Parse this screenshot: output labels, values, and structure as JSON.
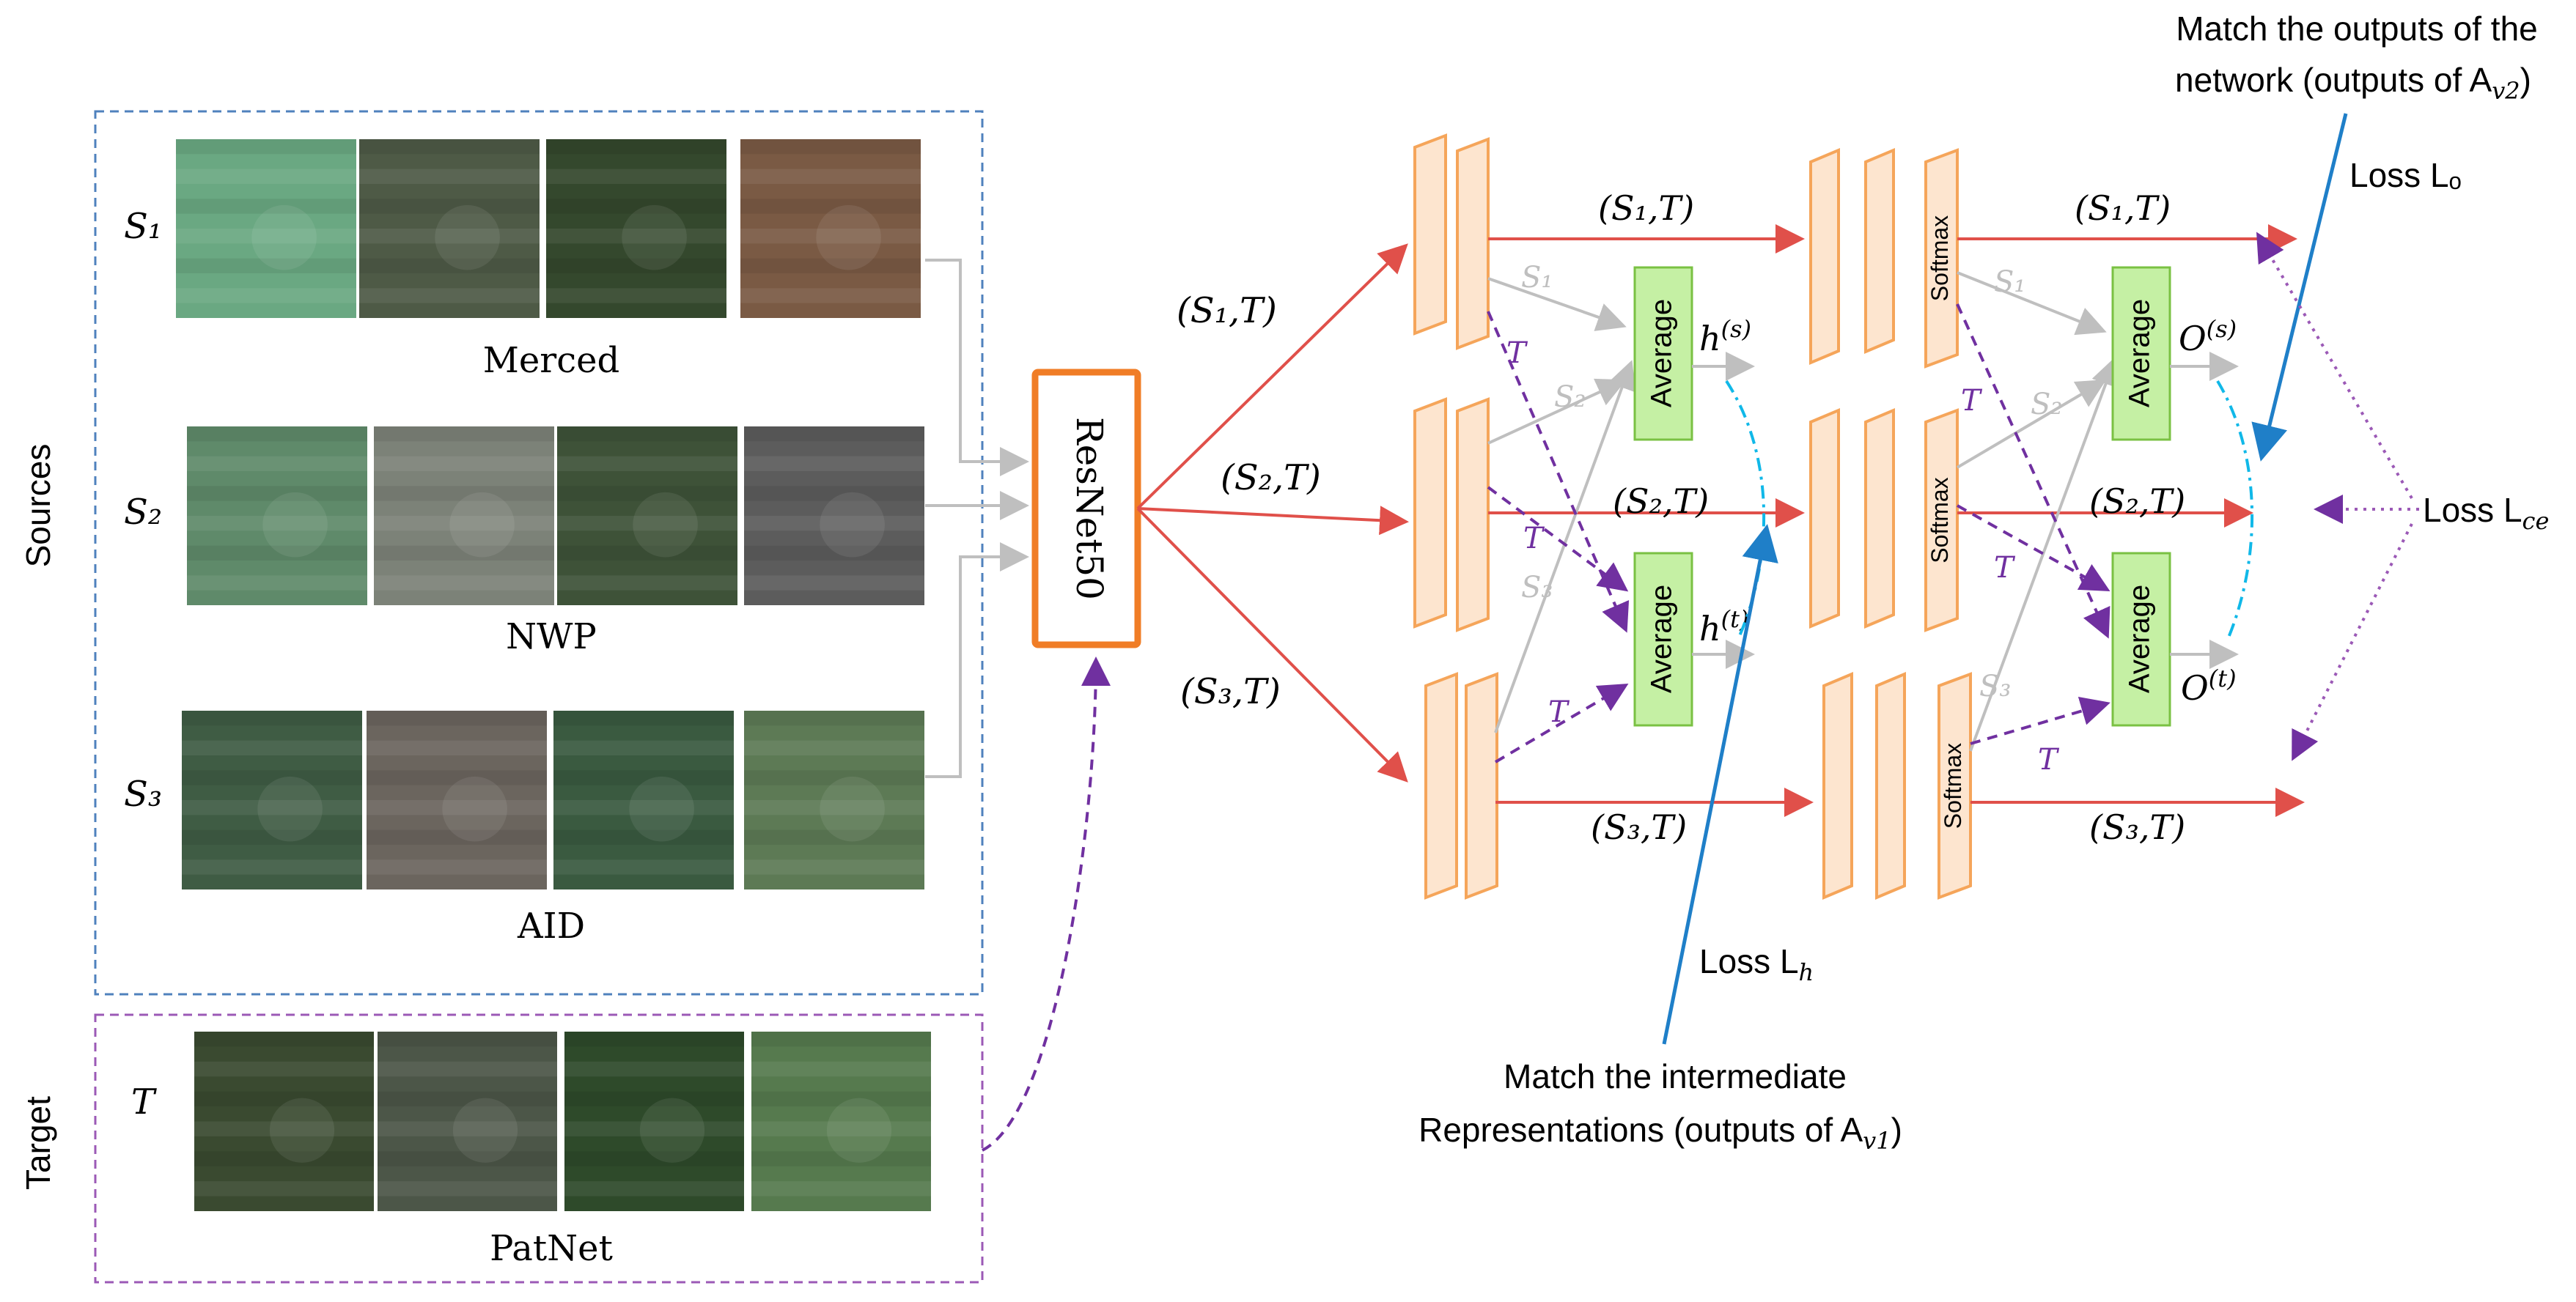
{
  "colors": {
    "sources_box": "#4f81bd",
    "target_box": "#9b59b6",
    "resnet_border": "#f07d26",
    "layer_fill": "#fde5cf",
    "layer_stroke": "#f5a55a",
    "red_arrow": "#e0504a",
    "gray_arrow": "#bfbfbf",
    "purple": "#7030a0",
    "average_fill": "#c5f0a4",
    "average_stroke": "#7ac143",
    "blue_line": "#1f7fc8",
    "cyan_dashdot": "#10b8e8"
  },
  "groups": {
    "sources_label": "Sources",
    "target_label": "Target"
  },
  "datasets": [
    {
      "row": "S₁",
      "name": "Merced",
      "tiles": [
        "#6aa882",
        "#4e5a46",
        "#34482d",
        "#7a5a44"
      ]
    },
    {
      "row": "S₂",
      "name": "NWP",
      "tiles": [
        "#5f8a6a",
        "#7c8278",
        "#3e5238",
        "#5c5c5c"
      ]
    },
    {
      "row": "S₃",
      "name": "AID",
      "tiles": [
        "#3f5c44",
        "#6b655e",
        "#3a5a40",
        "#5d7a55"
      ]
    },
    {
      "row": "T",
      "name": "PatNet",
      "tiles": [
        "#3a4a30",
        "#4c5648",
        "#2e4a2a",
        "#567a4e"
      ]
    }
  ],
  "network": {
    "backbone": "ResNet50",
    "pair_labels": [
      "(S₁,T)",
      "(S₂,T)",
      "(S₃,T)"
    ],
    "average_label": "Average",
    "softmax_label": "Softmax",
    "h_s": "h(s)",
    "h_t": "h(t)",
    "o_s": "O(s)",
    "o_t": "O(t)",
    "branch_s1": "S₁",
    "branch_s2": "S₂",
    "branch_s3": "S₃",
    "branch_t": "T"
  },
  "annotations": {
    "loss_o": "Loss Lₒ",
    "loss_ce": "Loss L",
    "loss_ce_sub": "ce",
    "loss_h": "Loss L",
    "loss_h_sub": "h",
    "match_outputs_line1": "Match the outputs of the",
    "match_outputs_line2": "network (outputs of A",
    "match_outputs_sub": "v2",
    "match_intermediate_line1": "Match the  intermediate",
    "match_intermediate_line2": "Representations (outputs of A",
    "match_intermediate_sub": "v1"
  }
}
